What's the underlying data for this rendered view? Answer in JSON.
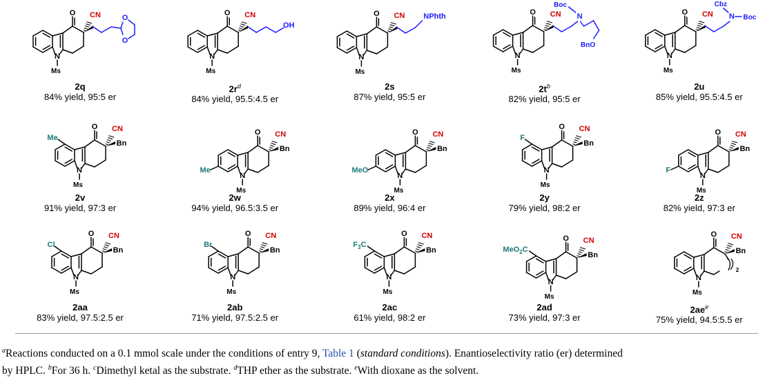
{
  "colors": {
    "cyano": "#d40000",
    "substituent": "#1d7878",
    "sidechain": "#1a1aff",
    "table_link": "#1f4fa8",
    "rule": "#9a9a9a"
  },
  "atom_labels": {
    "ring_o": "O",
    "cn": "CN",
    "n": "N",
    "ms": "Ms",
    "bn": "Bn",
    "oh": "OH",
    "nphth": "NPhth",
    "boc": "Boc",
    "bno": "BnO",
    "cbz": "Cbz",
    "me": "Me",
    "meo": "MeO",
    "f": "F",
    "cl": "Cl",
    "br": "Br",
    "f3c": "F",
    "f3c_sub": "3",
    "f3c_c": "C",
    "meo2c_a": "MeO",
    "meo2c_sub": "2",
    "meo2c_c": "C",
    "ring_n_sub": "2"
  },
  "compounds": [
    {
      "id": "2q",
      "sup": "",
      "result": "84% yield, 95:5 er"
    },
    {
      "id": "2r",
      "sup": "d",
      "result": "84% yield, 95.5:4.5 er"
    },
    {
      "id": "2s",
      "sup": "",
      "result": "87% yield, 95:5 er"
    },
    {
      "id": "2t",
      "sup": "b",
      "result": "82% yield, 95:5 er"
    },
    {
      "id": "2u",
      "sup": "",
      "result": "85% yield, 95.5:4.5 er"
    },
    {
      "id": "2v",
      "sup": "",
      "result": "91% yield, 97:3 er"
    },
    {
      "id": "2w",
      "sup": "",
      "result": "94% yield, 96.5:3.5 er"
    },
    {
      "id": "2x",
      "sup": "",
      "result": "89% yield, 96:4 er"
    },
    {
      "id": "2y",
      "sup": "",
      "result": "79% yield, 98:2 er"
    },
    {
      "id": "2z",
      "sup": "",
      "result": "82% yield, 97:3 er"
    },
    {
      "id": "2aa",
      "sup": "",
      "result": "83% yield, 97.5:2.5 er"
    },
    {
      "id": "2ab",
      "sup": "",
      "result": "71% yield, 97.5:2.5 er"
    },
    {
      "id": "2ac",
      "sup": "",
      "result": "61% yield, 98:2 er"
    },
    {
      "id": "2ad",
      "sup": "",
      "result": "73% yield, 97:3 er"
    },
    {
      "id": "2ae",
      "sup": "e",
      "result": "75% yield, 94.5:5.5 er"
    }
  ],
  "footnote": {
    "a_mark": "a",
    "a_text1": "Reactions conducted on a 0.1 mmol scale under the conditions of entry 9, ",
    "a_link": "Table 1",
    "a_text2": " (",
    "a_italic": "standard conditions",
    "a_text3": "). Enantioselectivity ratio (er) determined",
    "line2_start": "by HPLC. ",
    "b_mark": "b",
    "b_text": "For 36 h. ",
    "c_mark": "c",
    "c_text": "Dimethyl ketal as the substrate. ",
    "d_mark": "d",
    "d_text": "THP ether as the substrate. ",
    "e_mark": "e",
    "e_text": "With dioxane as the solvent."
  }
}
